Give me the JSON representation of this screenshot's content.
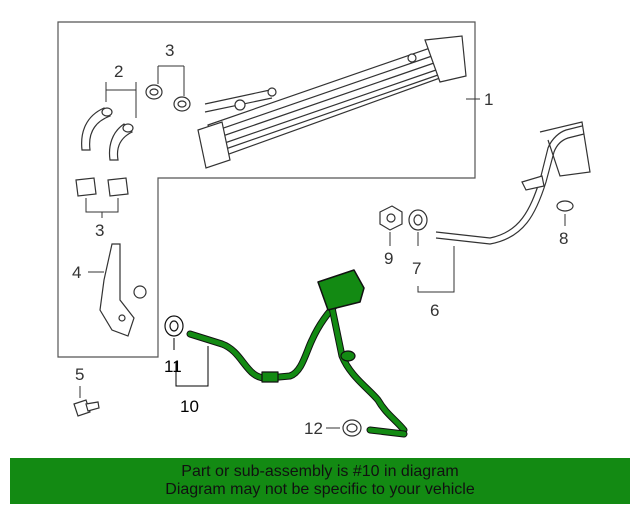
{
  "callouts": {
    "c1": "1",
    "c2": "2",
    "c3_top": "3",
    "c3_bottom": "3",
    "c4": "4",
    "c5": "5",
    "c6": "6",
    "c7": "7",
    "c8": "8",
    "c9": "9",
    "c10": "10",
    "c11": "11",
    "c12": "12"
  },
  "banner": {
    "line1": "Part or sub-assembly is #10 in diagram",
    "line2": "Diagram may not be specific to your vehicle"
  },
  "colors": {
    "highlight": "#138a13",
    "banner_bg": "#138a13",
    "line_art": "#333333"
  }
}
